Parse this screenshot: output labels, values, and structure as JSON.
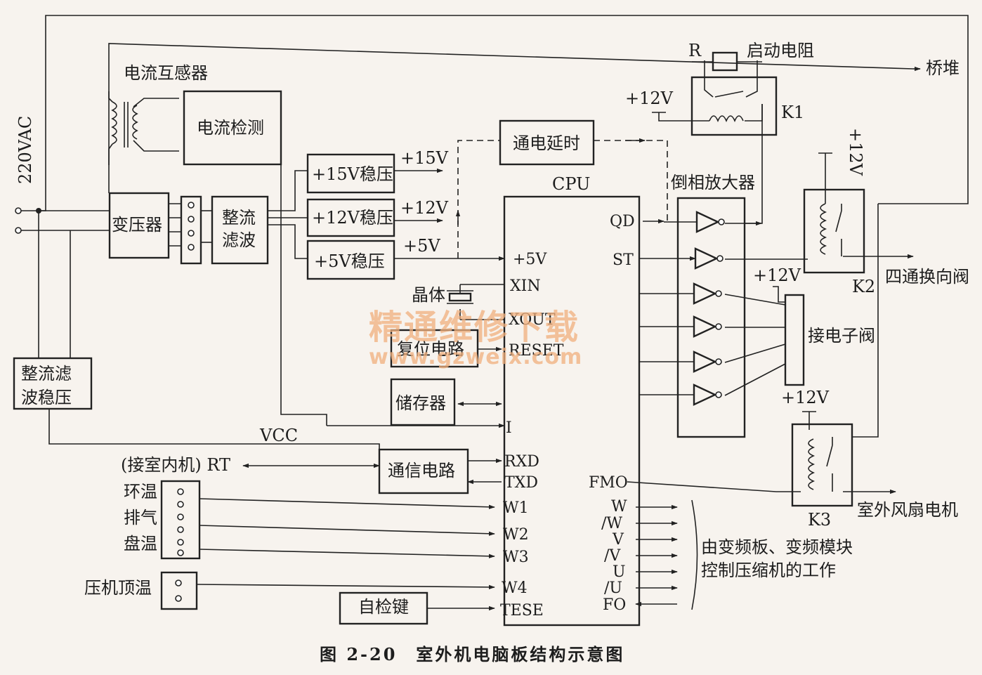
{
  "labels": {
    "ac_input": "220VAC",
    "current_transformer": "电流互感器",
    "current_detect": "电流检测",
    "transformer": "变压器",
    "rectifier_filter": [
      "整流",
      "滤波"
    ],
    "reg15": "+15V稳压",
    "reg12": "+12V稳压",
    "reg5": "+5V稳压",
    "out15": "+15V",
    "out12": "+12V",
    "out5": "+5V",
    "power_delay": "通电延时",
    "cpu": "CPU",
    "inverter_amp": "倒相放大器",
    "resistor_r": "R",
    "start_resistor": "启动电阻",
    "bridge": "桥堆",
    "k1": "K1",
    "k2": "K2",
    "k3": "K3",
    "plus12v": "+12V",
    "four_way_valve": "四通换向阀",
    "to_solenoid": "接电子阀",
    "outdoor_fan": "室外风扇电机",
    "crystal": "晶体",
    "reset_circuit": "复位电路",
    "memory": "储存器",
    "vcc": "VCC",
    "aux_supply": [
      "整流滤",
      "波稳压"
    ],
    "comm_circuit": "通信电路",
    "indoor_link": "(接室内机) RT",
    "sensors": [
      "环温",
      "排气",
      "盘温"
    ],
    "comp_top_temp": "压机顶温",
    "self_test_key": "自检键",
    "inverter_note": [
      "由变频板、变频模块",
      "控制压缩机的工作"
    ],
    "caption": "图 2-20　室外机电脑板结构示意图"
  },
  "cpu_pins": {
    "left": [
      "+5V",
      "XIN",
      "XOUT",
      "RESET",
      "I",
      "RXD",
      "TXD",
      "W1",
      "W2",
      "W3",
      "W4",
      "TESE"
    ],
    "right": [
      "QD",
      "ST",
      "FMO",
      "W",
      "/W",
      "V",
      "/V",
      "U",
      "/U",
      "FO"
    ]
  },
  "watermark": {
    "cn": "精通维修下载",
    "url": "www.gzweix.com"
  }
}
